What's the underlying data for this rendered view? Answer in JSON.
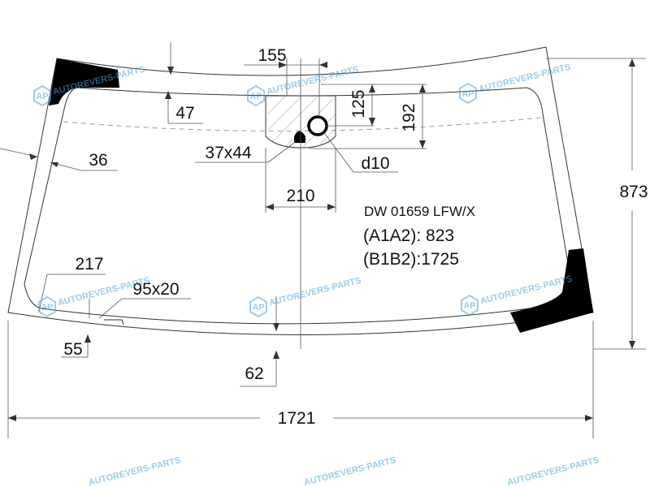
{
  "part": {
    "code": "DW 01659 LFW/X",
    "a1a2": "(A1A2): 823",
    "b1b2": "(B1B2):1725"
  },
  "dimensions": {
    "width_total": "1721",
    "height_total": "873",
    "mirror_area_width": "155",
    "mirror_top_offset": "125",
    "mirror_area_height": "192",
    "sensor_area": "37x44",
    "hole": "d10",
    "bottom_area_width": "210",
    "top_band": "47",
    "side_band": "36",
    "bottom_left": "217",
    "cutout": "95x20",
    "bottom_edge_left": "55",
    "bottom_edge_center": "62"
  },
  "watermark": {
    "text": "AUTOREVERS-PARTS",
    "logo": "AP"
  },
  "colors": {
    "ceramic": "#000000",
    "outline": "#333333",
    "watermark": "#4da3e0"
  }
}
